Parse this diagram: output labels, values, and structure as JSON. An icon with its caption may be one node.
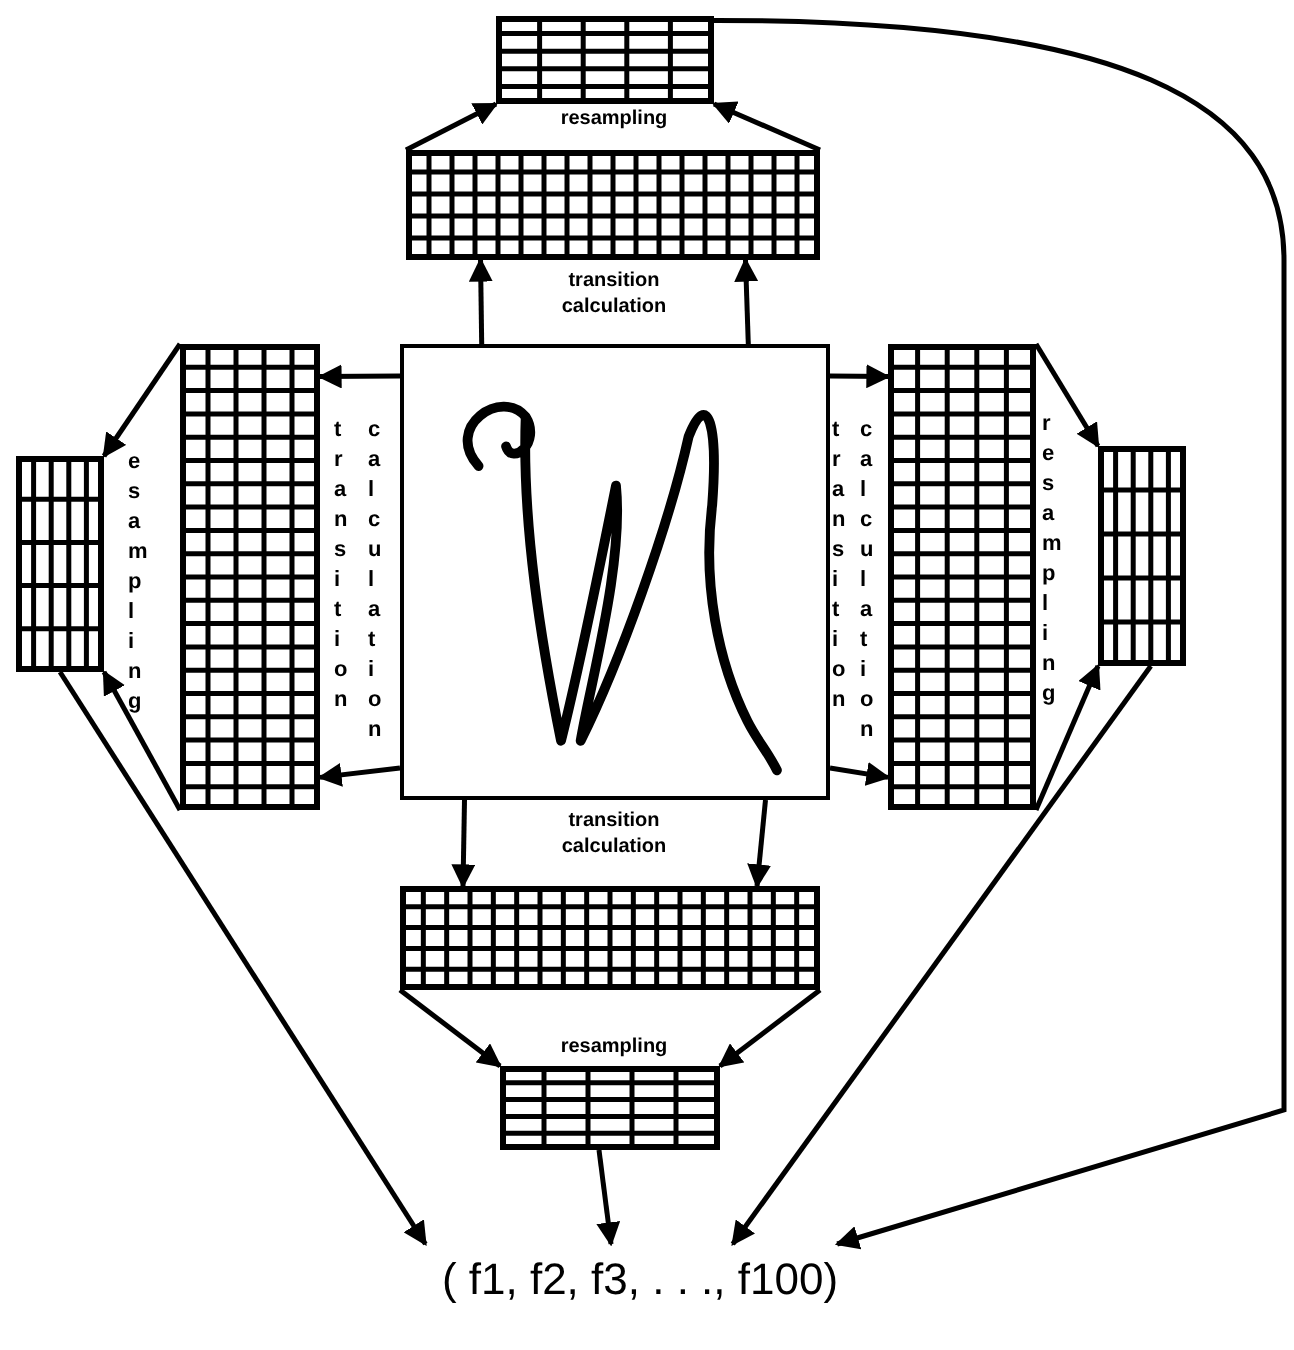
{
  "diagram": {
    "nodes": [
      {
        "text": [],
        "shape": "picture"
      },
      {
        "text": [],
        "shape": "grid"
      },
      {
        "text": [],
        "shape": "grid"
      },
      {
        "text": [],
        "shape": "grid"
      },
      {
        "text": [],
        "shape": "grid"
      },
      {
        "text": [],
        "shape": "grid"
      },
      {
        "text": [],
        "shape": "grid"
      },
      {
        "text": [],
        "shape": "grid"
      },
      {
        "text": [],
        "shape": "grid"
      },
      {
        "text": [
          "( f1, f2, f3, . . ., f100)"
        ]
      }
    ],
    "edges": [
      {
        "from": 0,
        "to": 1,
        "arrow": "to"
      },
      {
        "from": 0,
        "to": 1,
        "arrow": "to"
      },
      {
        "from": 0,
        "to": 3,
        "arrow": "to"
      },
      {
        "from": 0,
        "to": 3,
        "arrow": "to"
      },
      {
        "from": 0,
        "to": 5,
        "arrow": "to"
      },
      {
        "from": 0,
        "to": 5,
        "arrow": "to"
      },
      {
        "from": 0,
        "to": 7,
        "arrow": "to"
      },
      {
        "from": 0,
        "to": 7,
        "arrow": "to"
      },
      {
        "from": 1,
        "to": 2,
        "arrow": "to"
      },
      {
        "from": 1,
        "to": 2,
        "arrow": "to"
      },
      {
        "from": 3,
        "to": 4,
        "arrow": "to"
      },
      {
        "from": 3,
        "to": 4,
        "arrow": "to"
      },
      {
        "from": 5,
        "to": 6,
        "arrow": "to"
      },
      {
        "from": 5,
        "to": 6,
        "arrow": "to"
      },
      {
        "from": 7,
        "to": 8,
        "arrow": "to"
      },
      {
        "from": 7,
        "to": 8,
        "arrow": "to"
      },
      {
        "from": 4,
        "to": 9,
        "arrow": "to"
      },
      {
        "from": 8,
        "to": 9,
        "arrow": "to"
      },
      {
        "from": 6,
        "to": 9,
        "arrow": "to"
      },
      {
        "from": 2,
        "to": 9,
        "arrow": "to"
      }
    ],
    "labels": [
      "resampling",
      "transition calculation",
      "esampling",
      "transition",
      "calculation",
      "transition",
      "calculation",
      "resampling",
      "transition calculation",
      "resampling"
    ]
  }
}
